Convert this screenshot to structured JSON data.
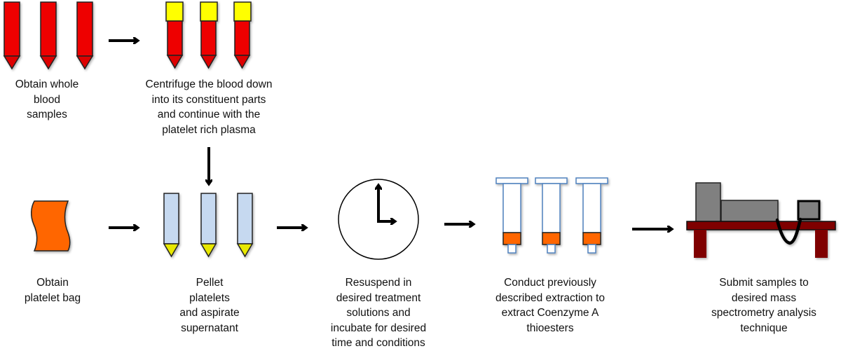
{
  "title": "Platelet Coenzyme A thioester sample preparation workflow",
  "colors": {
    "blood_red": "#ee0000",
    "plasma_yellow": "#ffff00",
    "platelet_tube_blue": "#c6d9f0",
    "bag_orange": "#ff6600",
    "column_outline": "#4f81bd",
    "column_frit_orange": "#ff6600",
    "instrument_grey": "#808080",
    "bench_maroon": "#7f0000",
    "arrow_black": "#000000"
  },
  "steps": [
    {
      "id": "whole-blood",
      "icon": "blood-tubes-icon",
      "label": "Obtain whole\nblood\nsamples"
    },
    {
      "id": "centrifuge",
      "icon": "centrifuged-tubes-icon",
      "label": "Centrifuge the blood down\ninto its constituent parts\nand continue with the\nplatelet rich plasma"
    },
    {
      "id": "platelet-bag",
      "icon": "platelet-bag-icon",
      "label": "Obtain\nplatelet bag"
    },
    {
      "id": "pellet",
      "icon": "pellet-tubes-icon",
      "label": "Pellet\nplatelets\nand aspirate\nsupernatant"
    },
    {
      "id": "resuspend",
      "icon": "clock-icon",
      "label": "Resuspend in\ndesired treatment\nsolutions and\nincubate for desired\ntime and conditions"
    },
    {
      "id": "extraction",
      "icon": "spe-columns-icon",
      "label": "Conduct previously\ndescribed extraction to\nextract Coenzyme A\nthioesters"
    },
    {
      "id": "mass-spec",
      "icon": "mass-spectrometer-icon",
      "label": "Submit samples to\ndesired mass\nspectrometry analysis\ntechnique"
    }
  ]
}
